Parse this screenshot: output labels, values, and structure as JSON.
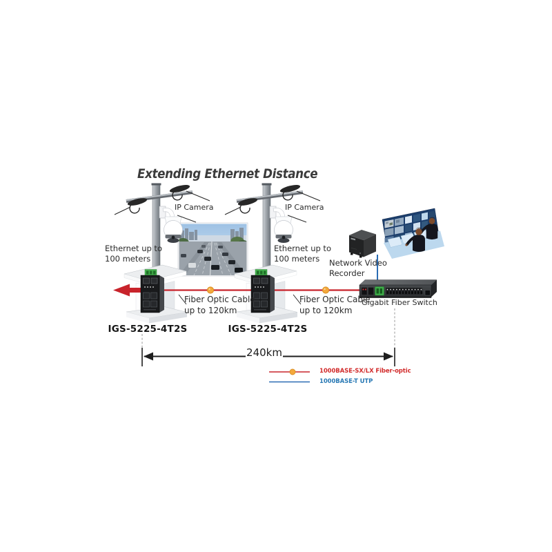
{
  "title": "Extending Ethernet Distance",
  "cameras": {
    "camera1_label": "IP Camera",
    "camera2_label": "IP Camera"
  },
  "links": {
    "ethernet1": "Ethernet up to\n100 meters",
    "ethernet2": "Ethernet up to\n100 meters",
    "fiber1": "Fiber Optic Cable\nup to 120km",
    "fiber2": "Fiber Optic Cable\nup to 120km"
  },
  "devices": {
    "industrial_switch1": "IGS-5225-4T2S",
    "industrial_switch2": "IGS-5225-4T2S",
    "nvr": "Network Video\nRecorder",
    "fiber_switch": "Gigabit Fiber Switch"
  },
  "dimension": {
    "total_distance": "240km"
  },
  "legend": {
    "fiber": {
      "label": "1000BASE-SX/LX Fiber-optic",
      "color": "#C8232B"
    },
    "utp": {
      "label": "1000BASE-T UTP",
      "color": "#2A6CB4"
    }
  },
  "colors": {
    "fiber_line": "#C8232B",
    "utp_line": "#2A6CB4",
    "connector_dot": "#F4A93C",
    "title_text": "#3B3B3B"
  }
}
